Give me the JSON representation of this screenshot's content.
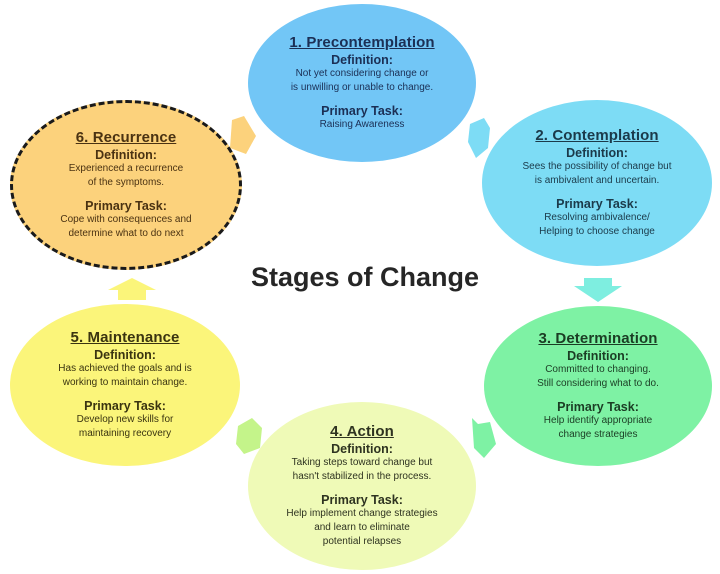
{
  "title": "Stages of Change",
  "colors": {
    "precontemplation": "#72c6f6",
    "contemplation": "#7ddcf5",
    "determination": "#7ef2a4",
    "action": "#effab7",
    "maintenance": "#fbf57a",
    "recurrence": "#fcd27c"
  },
  "stages": [
    {
      "title": "1. Precontemplation",
      "definition_label": "Definition:",
      "definition": [
        "Not yet considering change or",
        "is unwilling or unable to change."
      ],
      "task_label": "Primary Task:",
      "task": [
        "Raising Awareness"
      ]
    },
    {
      "title": "2. Contemplation",
      "definition_label": "Definition:",
      "definition": [
        "Sees the possibility of change but",
        "is ambivalent and uncertain."
      ],
      "task_label": "Primary Task:",
      "task": [
        "Resolving ambivalence/",
        "Helping to choose change"
      ]
    },
    {
      "title": "3. Determination",
      "definition_label": "Definition:",
      "definition": [
        "Committed to changing.",
        "Still considering what to do."
      ],
      "task_label": "Primary Task:",
      "task": [
        "Help identify appropriate",
        "change strategies"
      ]
    },
    {
      "title": "4. Action",
      "definition_label": "Definition:",
      "definition": [
        "Taking steps toward change but",
        "hasn't stabilized in the process."
      ],
      "task_label": "Primary Task:",
      "task": [
        "Help implement change strategies",
        "and learn to eliminate",
        "potential relapses"
      ]
    },
    {
      "title": "5. Maintenance",
      "definition_label": "Definition:",
      "definition": [
        "Has achieved the goals and is",
        "working to maintain change."
      ],
      "task_label": "Primary Task:",
      "task": [
        "Develop new skills for",
        "maintaining recovery"
      ]
    },
    {
      "title": "6. Recurrence",
      "definition_label": "Definition:",
      "definition": [
        "Experienced a recurrence",
        "of the symptoms."
      ],
      "task_label": "Primary Task:",
      "task": [
        "Cope with consequences and",
        "determine what to do next"
      ]
    }
  ],
  "arrows": [
    {
      "from": "6. Recurrence",
      "to": "1. Precontemplation",
      "color": "#fcd27c"
    },
    {
      "from": "1. Precontemplation",
      "to": "2. Contemplation",
      "color": "#7ddcf5"
    },
    {
      "from": "2. Contemplation",
      "to": "3. Determination",
      "color": "#7eeee0"
    },
    {
      "from": "3. Determination",
      "to": "4. Action",
      "color": "#7ef2a4"
    },
    {
      "from": "4. Action",
      "to": "5. Maintenance",
      "color": "#c4f48a"
    },
    {
      "from": "5. Maintenance",
      "to": "6. Recurrence",
      "color": "#fbf57a"
    }
  ]
}
